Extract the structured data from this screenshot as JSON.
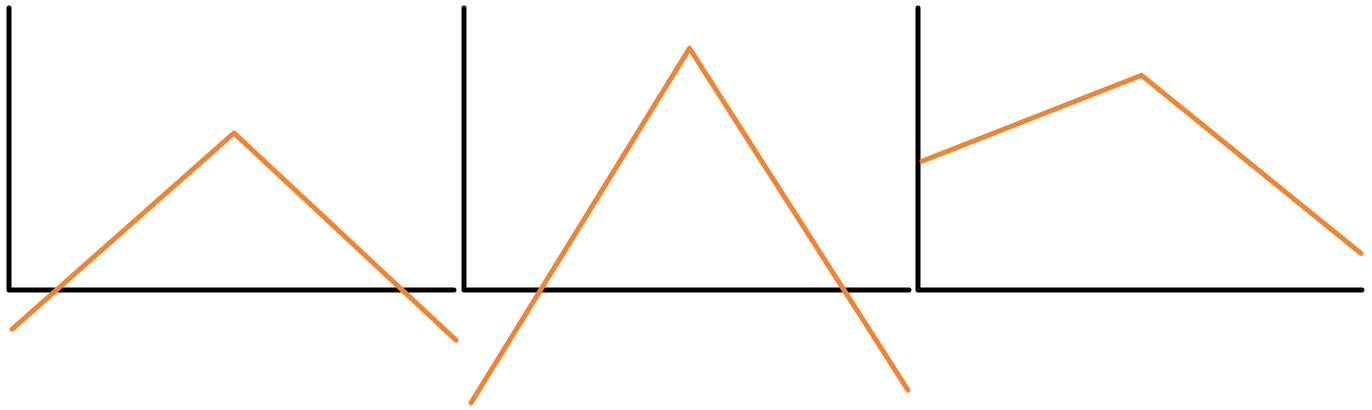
{
  "chart_data": [
    {
      "type": "line",
      "x": [
        0,
        1,
        2
      ],
      "series": [
        {
          "values": [
            -0.25,
            1.0,
            -0.32
          ]
        }
      ],
      "grid": false,
      "colors": {
        "axis": "#000000",
        "line": "#ef8533"
      }
    },
    {
      "type": "line",
      "x": [
        0,
        1,
        2
      ],
      "series": [
        {
          "values": [
            -0.71,
            1.52,
            -0.63
          ]
        }
      ],
      "grid": false,
      "colors": {
        "axis": "#000000",
        "line": "#ef8533"
      }
    },
    {
      "type": "line",
      "x": [
        0,
        1,
        2
      ],
      "series": [
        {
          "values": [
            0.81,
            1.35,
            0.23
          ]
        }
      ],
      "grid": false,
      "colors": {
        "axis": "#000000",
        "line": "#ef8533"
      }
    }
  ]
}
